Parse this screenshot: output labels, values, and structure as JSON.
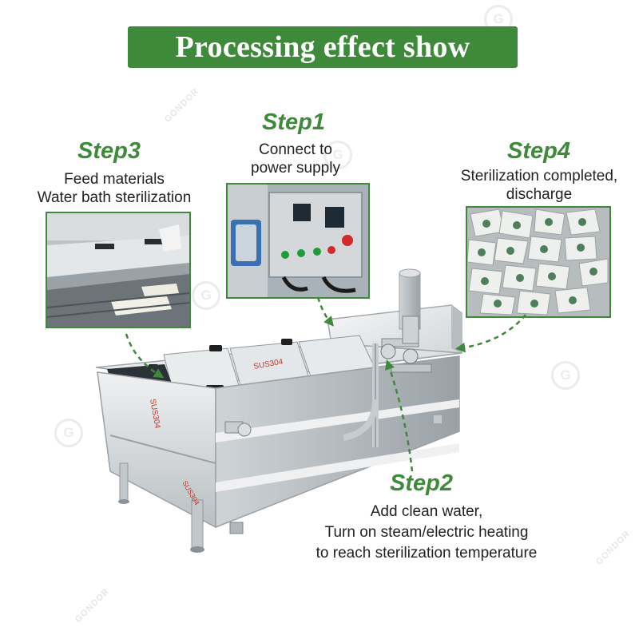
{
  "title": "Processing effect show",
  "steps": {
    "step1": {
      "title": "Step1",
      "lines": [
        "Connect to",
        "power supply"
      ]
    },
    "step2": {
      "title": "Step2",
      "lines": [
        "Add clean water,",
        "Turn on steam/electric heating",
        "to reach sterilization temperature"
      ]
    },
    "step3": {
      "title": "Step3",
      "lines": [
        "Feed materials",
        "Water bath sterilization"
      ]
    },
    "step4": {
      "title": "Step4",
      "lines": [
        "Sterilization completed,",
        "discharge"
      ]
    }
  },
  "watermark": {
    "brand": "GONDOR",
    "logo_letter": "G"
  },
  "machine_label": "SUS304",
  "colors": {
    "accent": "#3f8a3a",
    "text": "#222222",
    "background": "#ffffff"
  }
}
